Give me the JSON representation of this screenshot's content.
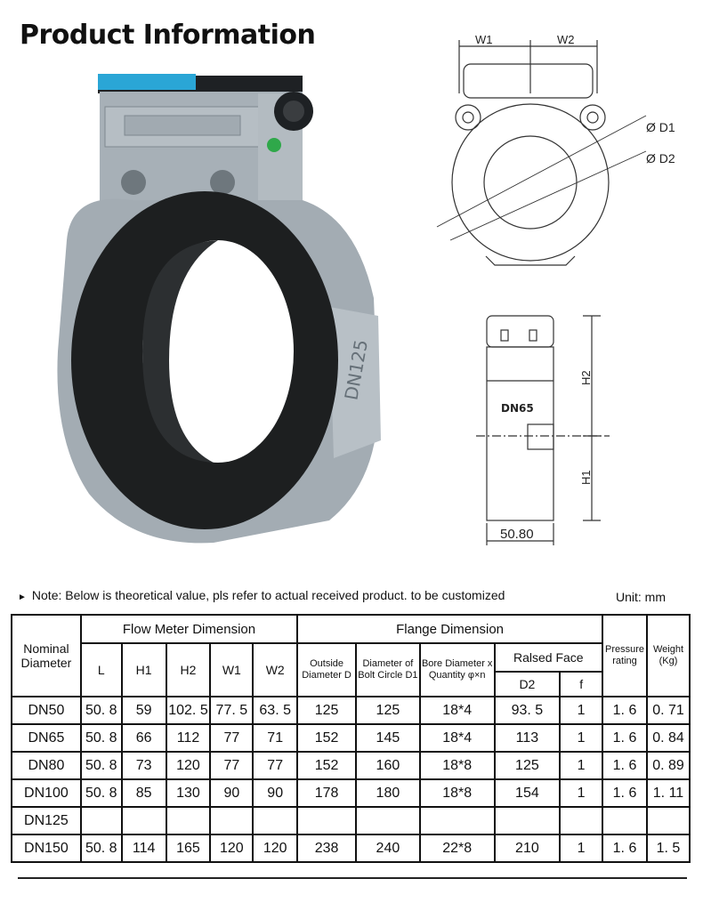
{
  "page": {
    "title": "Product Information"
  },
  "drawing": {
    "w1": "W1",
    "w2": "W2",
    "d1": "Ø D1",
    "d2": "Ø D2",
    "h1": "H1",
    "h2": "H2",
    "side_label": "DN65",
    "dim_bottom": "50.80"
  },
  "photo": {
    "marking": "DN125"
  },
  "note": {
    "text": "Note: Below is theoretical value, pls refer to actual received product. to be customized",
    "unit": "Unit: mm"
  },
  "table": {
    "header": {
      "nominal": "Nominal Diameter",
      "flow_group": "Flow Meter Dimension",
      "flange_group": "Flange Dimension",
      "L": "L",
      "H1": "H1",
      "H2": "H2",
      "W1": "W1",
      "W2": "W2",
      "outside": "Outside Diameter D",
      "bolt": "Diameter of Bolt Circle D1",
      "bore": "Bore Diameter x Quantity φ×n",
      "raised": "Ralsed Face",
      "D2": "D2",
      "f": "f",
      "pressure": "Pressure rating",
      "weight": "Weight (Kg)"
    },
    "rows": [
      [
        "DN50",
        "50. 8",
        "59",
        "102. 5",
        "77. 5",
        "63. 5",
        "125",
        "125",
        "18*4",
        "93. 5",
        "1",
        "1. 6",
        "0. 71"
      ],
      [
        "DN65",
        "50. 8",
        "66",
        "112",
        "77",
        "71",
        "152",
        "145",
        "18*4",
        "113",
        "1",
        "1. 6",
        "0. 84"
      ],
      [
        "DN80",
        "50. 8",
        "73",
        "120",
        "77",
        "77",
        "152",
        "160",
        "18*8",
        "125",
        "1",
        "1. 6",
        "0. 89"
      ],
      [
        "DN100",
        "50. 8",
        "85",
        "130",
        "90",
        "90",
        "178",
        "180",
        "18*8",
        "154",
        "1",
        "1. 6",
        "1. 11"
      ],
      [
        "DN125",
        "",
        "",
        "",
        "",
        "",
        "",
        "",
        "",
        "",
        "",
        "",
        ""
      ],
      [
        "DN150",
        "50. 8",
        "114",
        "165",
        "120",
        "120",
        "238",
        "240",
        "22*8",
        "210",
        "1",
        "1. 6",
        "1. 5"
      ]
    ]
  },
  "colors": {
    "body_gray": "#9aa3aa",
    "rubber": "#1d1f20",
    "accent_blue": "#2aa6d6"
  }
}
